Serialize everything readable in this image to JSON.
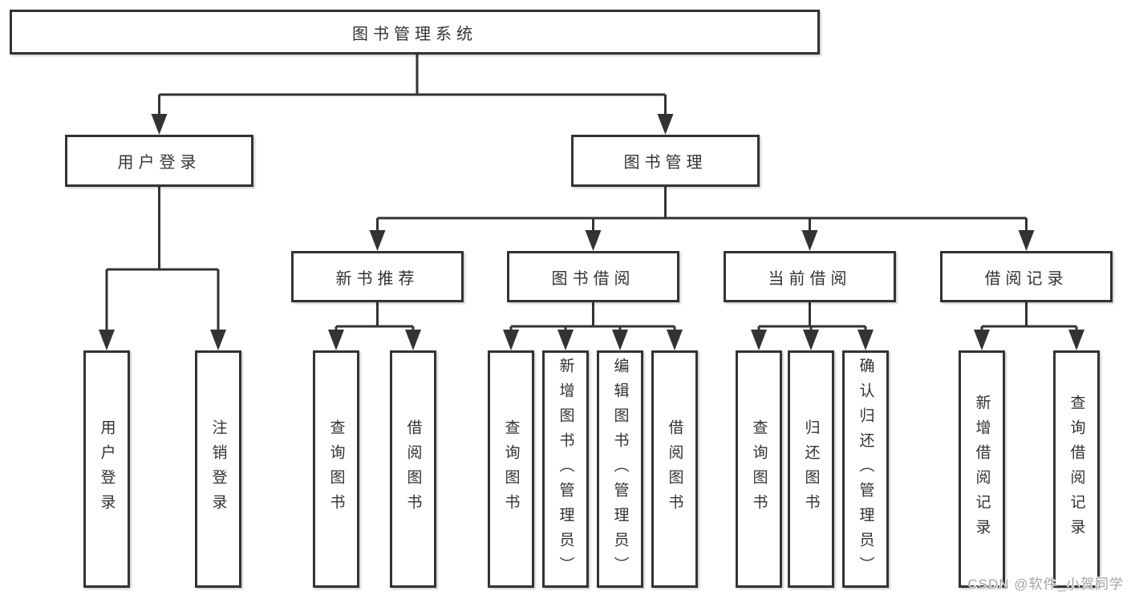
{
  "tree": {
    "root": "图书管理系统",
    "l2": [
      {
        "label": "用户登录",
        "children": [
          "用户登录",
          "注销登录"
        ]
      },
      {
        "label": "图书管理",
        "children": [
          {
            "label": "新书推荐",
            "children": [
              "查询图书",
              "借阅图书"
            ]
          },
          {
            "label": "图书借阅",
            "children": [
              "查询图书",
              "新增图书（管理员）",
              "编辑图书（管理员）",
              "借阅图书"
            ]
          },
          {
            "label": "当前借阅",
            "children": [
              "查询图书",
              "归还图书",
              "确认归还（管理员）"
            ]
          },
          {
            "label": "借阅记录",
            "children": [
              "新增借阅记录",
              "查询借阅记录"
            ]
          }
        ]
      }
    ]
  },
  "watermark": "CSDN @软件_小贺同学",
  "colors": {
    "line": "#333333",
    "border": "#333333",
    "text": "#333333",
    "background": "#ffffff",
    "watermark": "#9e9e9e"
  }
}
